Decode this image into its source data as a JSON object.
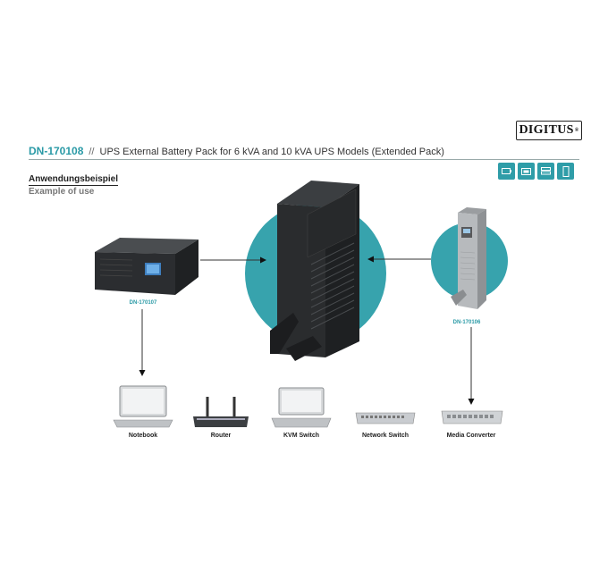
{
  "header": {
    "logo": "DIGITUS",
    "logo_mark": "®",
    "product_code": "DN-170108",
    "separator": "//",
    "product_title": "UPS External Battery Pack for 6 kVA and 10 kVA UPS Models (Extended Pack)"
  },
  "feature_icons": [
    "battery-icon",
    "display-icon",
    "rack-icon",
    "tower-icon"
  ],
  "usage": {
    "heading_de": "Anwendungsbeispiel",
    "heading_en": "Example of use"
  },
  "devices": {
    "left_model": "DN-170107",
    "right_model": "DN-170106"
  },
  "connected_items": [
    {
      "label": "Notebook",
      "icon": "notebook-icon"
    },
    {
      "label": "Router",
      "icon": "router-icon"
    },
    {
      "label": "KVM Switch",
      "icon": "kvm-switch-icon"
    },
    {
      "label": "Network Switch",
      "icon": "network-switch-icon"
    },
    {
      "label": "Media Converter",
      "icon": "media-converter-icon"
    }
  ],
  "colors": {
    "accent": "#37a3ad",
    "product_code": "#2a9aa6"
  }
}
